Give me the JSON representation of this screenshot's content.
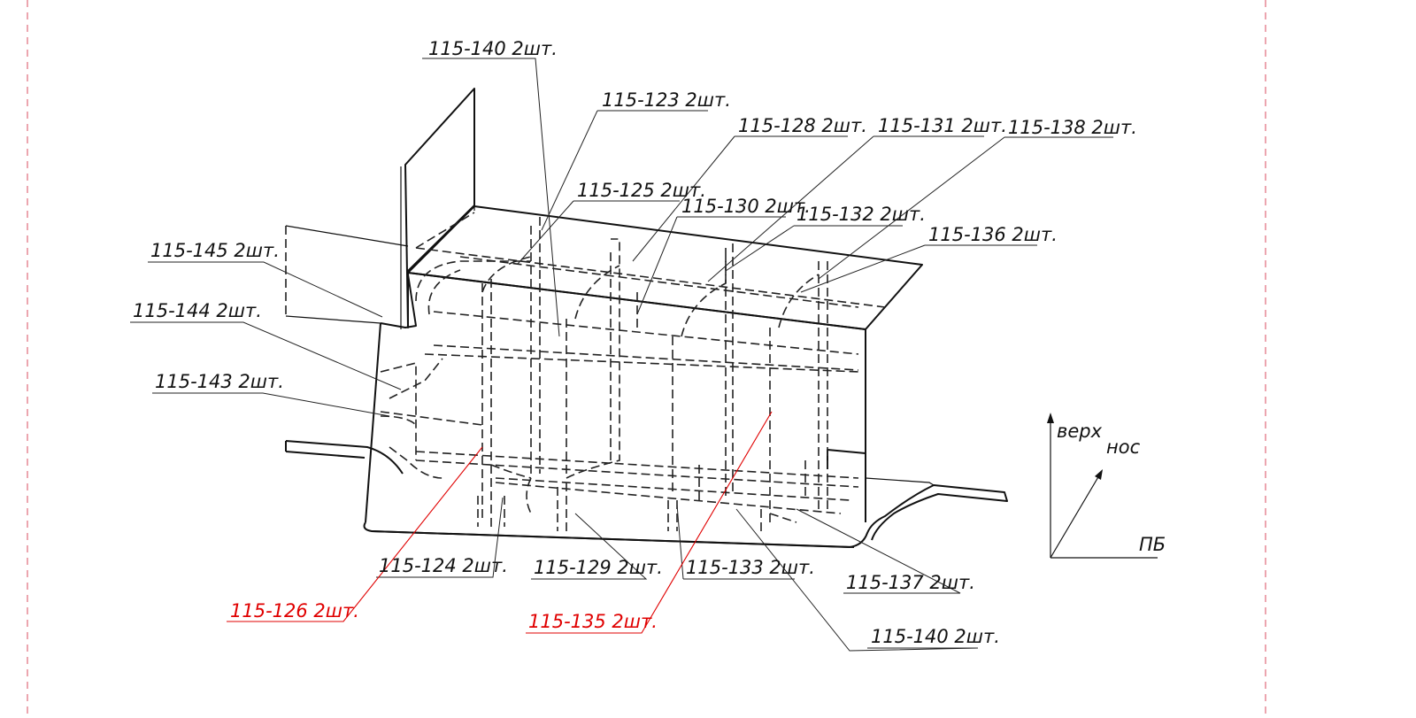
{
  "labels": [
    {
      "key": "l_140a",
      "text": "115-140 2шт.",
      "color": "#111111"
    },
    {
      "key": "l_123",
      "text": "115-123 2шт.",
      "color": "#111111"
    },
    {
      "key": "l_128",
      "text": "115-128 2шт.",
      "color": "#111111"
    },
    {
      "key": "l_131",
      "text": "115-131 2шт.",
      "color": "#111111"
    },
    {
      "key": "l_138",
      "text": "115-138 2шт.",
      "color": "#111111"
    },
    {
      "key": "l_125",
      "text": "115-125 2шт.",
      "color": "#111111"
    },
    {
      "key": "l_130",
      "text": "115-130 2шт.",
      "color": "#111111"
    },
    {
      "key": "l_132",
      "text": "115-132 2шт.",
      "color": "#111111"
    },
    {
      "key": "l_136",
      "text": "115-136 2шт.",
      "color": "#111111"
    },
    {
      "key": "l_145",
      "text": "115-145 2шт.",
      "color": "#111111"
    },
    {
      "key": "l_144",
      "text": "115-144 2шт.",
      "color": "#111111"
    },
    {
      "key": "l_143",
      "text": "115-143 2шт.",
      "color": "#111111"
    },
    {
      "key": "l_124",
      "text": "115-124 2шт.",
      "color": "#111111"
    },
    {
      "key": "l_129",
      "text": "115-129 2шт.",
      "color": "#111111"
    },
    {
      "key": "l_133",
      "text": "115-133 2шт.",
      "color": "#111111"
    },
    {
      "key": "l_137",
      "text": "115-137 2шт.",
      "color": "#111111"
    },
    {
      "key": "l_126",
      "text": "115-126 2шт.",
      "color": "#e00000"
    },
    {
      "key": "l_135",
      "text": "115-135 2шт.",
      "color": "#e00000"
    },
    {
      "key": "l_140b",
      "text": "115-140 2шт.",
      "color": "#111111"
    }
  ],
  "axes": {
    "up": "верх",
    "bow": "нос",
    "side": "ПБ"
  },
  "colors": {
    "line": "#111111",
    "highlight": "#e00000",
    "frame": "#e06a7a"
  }
}
